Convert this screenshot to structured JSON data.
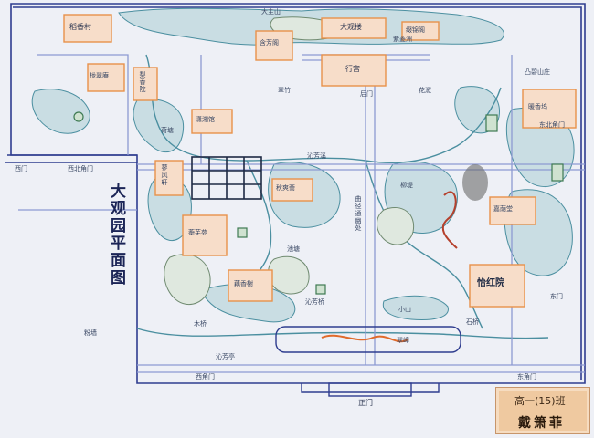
{
  "colors": {
    "paper": "#eef0f6",
    "wall": "#2f3d8f",
    "road": "#8d9ad2",
    "water": "#c9dde3",
    "water_edge": "#4b8fa0",
    "hall_fill": "#f7ddc9",
    "hall_edge": "#e8914a",
    "hill": "#a7c7a8",
    "signature_card": "#efc9a0"
  },
  "title": "大观园平面图",
  "signature": {
    "class_label": "高一(15)班",
    "name": "戴箫菲"
  },
  "gates": {
    "main": "正门",
    "west": "西门",
    "east": "东门",
    "west_corner": "西角门",
    "east_corner": "东角门",
    "back": "后门",
    "back_west": "西北角门",
    "back_east": "东北角门"
  },
  "halls": {
    "daxiang": "大观楼",
    "xinggong": "行宫",
    "zhuiyong": "缀锦阁",
    "hanfang": "含芳阁",
    "daoxiang": "稻香村",
    "xiaoxiang": "潇湘馆",
    "hengwu": "蘅芜苑",
    "ouxiang": "藕香榭",
    "qiushuang": "秋爽斋",
    "yihong": "怡红院",
    "lingzhi": "蓼风轩",
    "nuanxiang": "暖香坞",
    "lixiang": "梨香院",
    "xiuzhu": "凸碧山庄",
    "longcui": "栊翠庵",
    "jiaxiu": "嘉荫堂",
    "zijin": "紫菱洲",
    "huayin": "花溆"
  },
  "features": {
    "big_hill": "大主山",
    "flower_bridge": "沁芳桥",
    "stream": "沁芳溪",
    "small_hill": "小山",
    "pavilion": "沁芳亭",
    "rockery": "翠嶂",
    "front_path": "曲径通幽处",
    "bamboo": "翠竹",
    "pond": "池塘",
    "wall_label": "粉墙",
    "lotus": "荷塘",
    "willow": "柳堤",
    "bridge_east": "石桥",
    "bridge_west": "木桥"
  }
}
